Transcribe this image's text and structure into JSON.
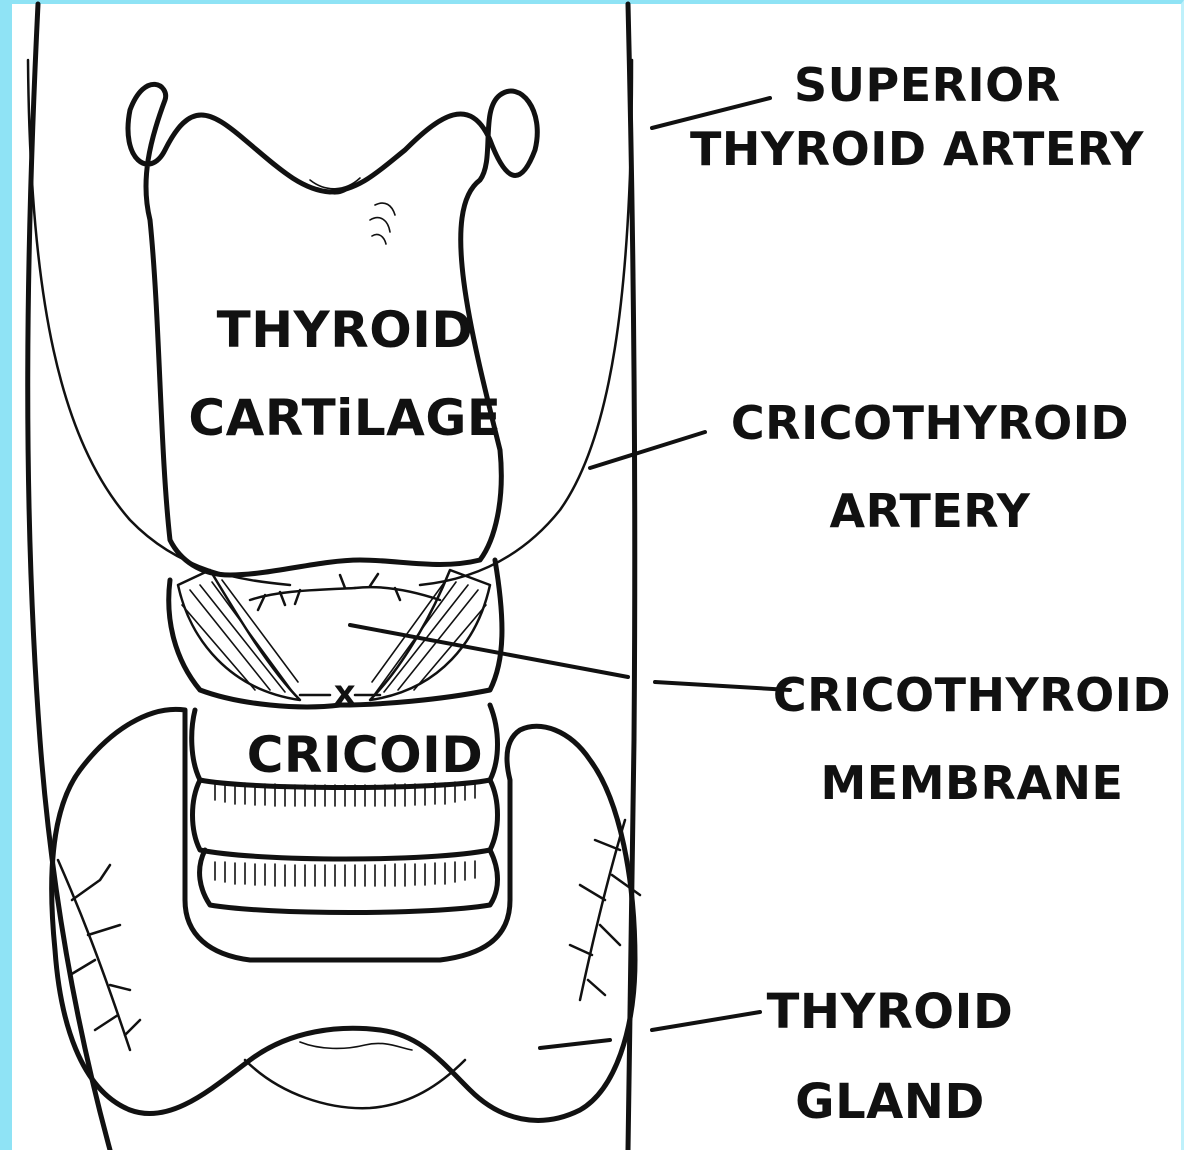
{
  "colors": {
    "frame_accent": "#8fe3f5",
    "ink": "#111111",
    "background": "#ffffff"
  },
  "labels": {
    "superior_thyroid_artery": [
      "SUPERIOR",
      "THYROID ARTERY"
    ],
    "thyroid_cartilage": [
      "THYROID",
      "CARTiLAGE"
    ],
    "cricothyroid_artery": [
      "CRICOTHYROID",
      "ARTERY"
    ],
    "cricothyroid_membrane": [
      "CRICOTHYROID",
      "MEMBRANE"
    ],
    "cricoid": "CRICOID",
    "incision_mark": "x",
    "thyroid_gland": [
      "THYROID",
      "GLAND"
    ]
  }
}
